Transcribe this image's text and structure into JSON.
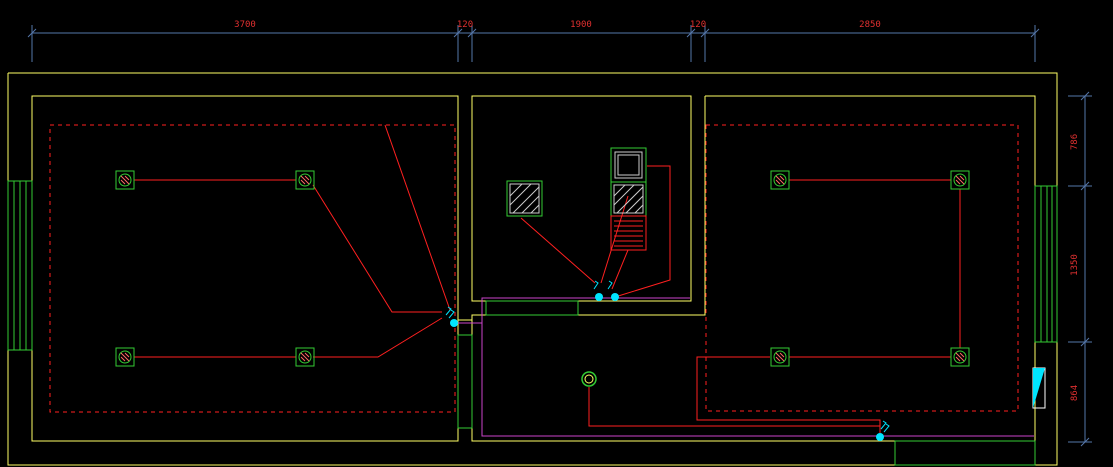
{
  "colors": {
    "background": "#000000",
    "wall": "#ffff66",
    "window": "#33cc33",
    "wiring": "#ff2020",
    "dimension": "#5577aa",
    "dimension_text": "#e03030",
    "fixture": "#33cc33",
    "switch": "#00e5ff",
    "conduit": "#cc44cc"
  },
  "dimensions": {
    "top": [
      "3700",
      "120",
      "1900",
      "120",
      "2850"
    ],
    "right": [
      "786",
      "1350",
      "864"
    ]
  },
  "symbols": {
    "ceiling_light": "recessed-light-icon",
    "switch": "wall-switch-icon",
    "appliance": "hatched-box-icon",
    "exhaust": "circle-fixture-icon",
    "panel": "distribution-panel-icon"
  }
}
